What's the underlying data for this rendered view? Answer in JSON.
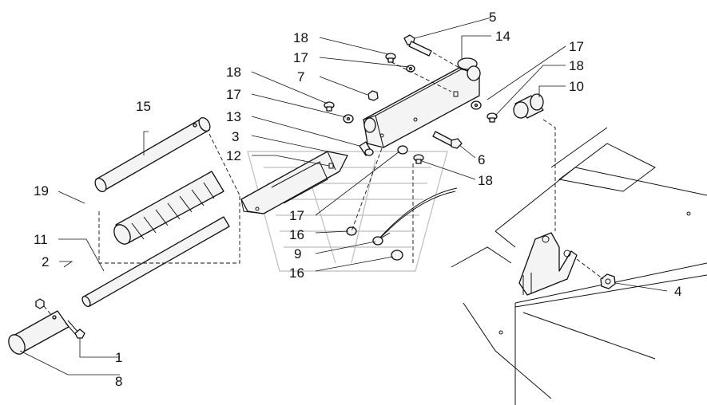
{
  "labels": [
    {
      "id": "l5",
      "text": "5"
    },
    {
      "id": "l14",
      "text": "14"
    },
    {
      "id": "l18a",
      "text": "18"
    },
    {
      "id": "l17a",
      "text": "17"
    },
    {
      "id": "l7",
      "text": "7"
    },
    {
      "id": "l18b",
      "text": "18"
    },
    {
      "id": "l17b",
      "text": "17"
    },
    {
      "id": "l13",
      "text": "13"
    },
    {
      "id": "l3",
      "text": "3"
    },
    {
      "id": "l12",
      "text": "12"
    },
    {
      "id": "l15",
      "text": "15"
    },
    {
      "id": "l19",
      "text": "19"
    },
    {
      "id": "l11",
      "text": "11"
    },
    {
      "id": "l2",
      "text": "2"
    },
    {
      "id": "l1",
      "text": "1"
    },
    {
      "id": "l8",
      "text": "8"
    },
    {
      "id": "l17c",
      "text": "17"
    },
    {
      "id": "l18c",
      "text": "18"
    },
    {
      "id": "l10",
      "text": "10"
    },
    {
      "id": "l6",
      "text": "6"
    },
    {
      "id": "l18d",
      "text": "18"
    },
    {
      "id": "l17d",
      "text": "17"
    },
    {
      "id": "l16a",
      "text": "16"
    },
    {
      "id": "l9",
      "text": "9"
    },
    {
      "id": "l16b",
      "text": "16"
    },
    {
      "id": "l4",
      "text": "4"
    }
  ]
}
